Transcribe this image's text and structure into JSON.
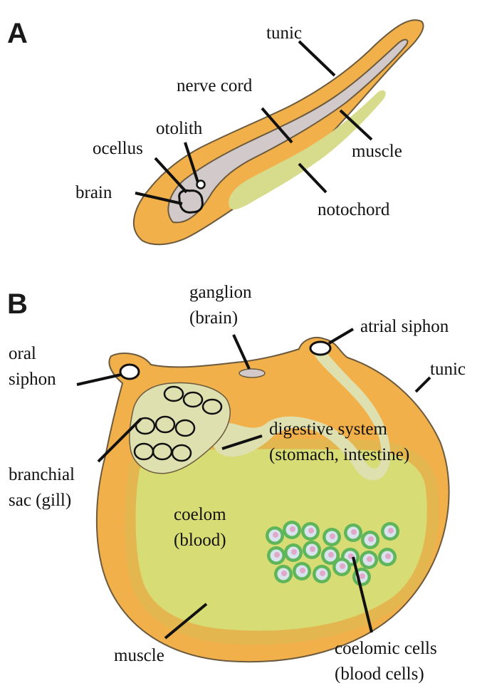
{
  "panels": {
    "a": {
      "letter": "A",
      "labels": {
        "tunic": "tunic",
        "nerve_cord": "nerve cord",
        "otolith": "otolith",
        "ocellus": "ocellus",
        "muscle": "muscle",
        "brain": "brain",
        "notochord": "notochord"
      }
    },
    "b": {
      "letter": "B",
      "labels": {
        "ganglion_1": "ganglion",
        "ganglion_2": "(brain)",
        "atrial_siphon": "atrial siphon",
        "oral_1": "oral",
        "oral_2": "siphon",
        "tunic": "tunic",
        "digestive_1": "digestive system",
        "digestive_2": "(stomach, intestine)",
        "branchial_1": "branchial",
        "branchial_2": "sac (gill)",
        "coelom_1": "coelom",
        "coelom_2": "(blood)",
        "muscle": "muscle",
        "coelomic_1": "coelomic cells",
        "coelomic_2": "(blood cells)"
      }
    }
  },
  "colors": {
    "tunic": "#F2B04A",
    "muscle": "#E4B650",
    "outline": "#6B5A3E",
    "nervous": "#D2CACA",
    "notochord": "#D6DC8C",
    "coelom": "#D8DC74",
    "gill": "#DFE0B0",
    "cell_ring": "#5FB55A",
    "cell_core": "#D7E4EE",
    "cell_nucleus": "#E2A8C8"
  }
}
